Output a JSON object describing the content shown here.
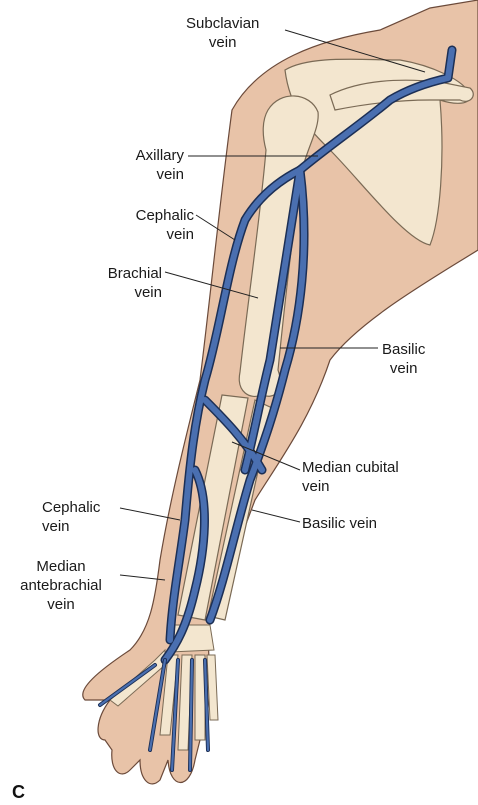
{
  "colors": {
    "skin": "#e8c3a8",
    "skin_outline": "#6b4a3a",
    "bone": "#f3e6cf",
    "bone_outline": "#7a6a55",
    "vein": "#4a6fb0",
    "vein_outline": "#1c2f55",
    "leader": "#222222"
  },
  "panel_letter": "C",
  "labels": {
    "subclavian": [
      "Subclavian",
      "vein"
    ],
    "axillary": [
      "Axillary",
      "vein"
    ],
    "cephalic_upper": [
      "Cephalic",
      "vein"
    ],
    "brachial": [
      "Brachial",
      "vein"
    ],
    "basilic_upper": [
      "Basilic",
      "vein"
    ],
    "median_cubital": [
      "Median cubital",
      "vein"
    ],
    "cephalic_lower": [
      "Cephalic",
      "vein"
    ],
    "basilic_lower": "Basilic vein",
    "median_antebrachial": [
      "Median",
      "antebrachial",
      "vein"
    ]
  }
}
